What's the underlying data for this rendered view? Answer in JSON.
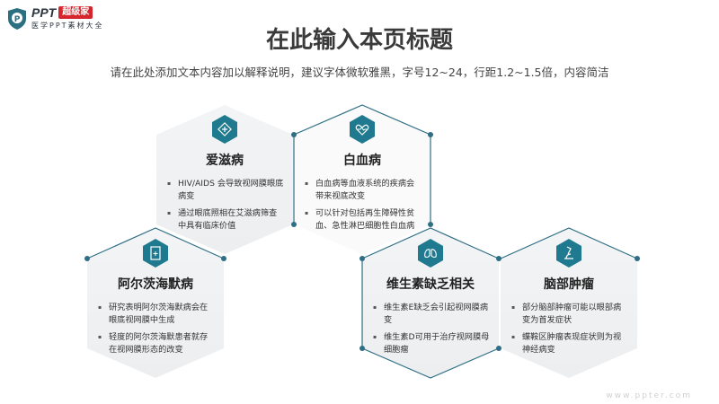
{
  "logo": {
    "brand": "PPT",
    "badge": "超级家",
    "tagline": "医学PPT素材大全"
  },
  "header": {
    "title": "在此输入本页标题",
    "subtitle": "请在此处添加文本内容加以解释说明，建议字体微软雅黑，字号12~24，行距1.2~1.5倍，内容简洁"
  },
  "accent": "#1d6f85",
  "cards": [
    {
      "title": "爱滋病",
      "icon": "medical-cross-icon",
      "bullets": [
        "HIV/AIDS 会导致视网膜眼底病变",
        "通过眼底照相在艾滋病筛查中具有临床价值"
      ]
    },
    {
      "title": "白血病",
      "icon": "heart-pulse-icon",
      "bullets": [
        "白血病等血液系统的疾病会带来视底改变",
        "可以针对包括再生障碍性贫血、急性淋巴细胞性白血病"
      ]
    },
    {
      "title": "阿尔茨海默病",
      "icon": "medical-report-icon",
      "bullets": [
        "研究表明阿尔茨海默病会在眼底视网膜中生成",
        "轻度的阿尔茨海默患者就存在视网膜形态的改变"
      ]
    },
    {
      "title": "维生素缺乏相关",
      "icon": "lungs-icon",
      "bullets": [
        "维生素E缺乏会引起视网膜病变",
        "维生素D可用于治疗视网膜母细胞瘤"
      ]
    },
    {
      "title": "脑部肿瘤",
      "icon": "microscope-icon",
      "bullets": [
        "部分脑部肿瘤可能以眼部病变为首发症状",
        "蝶鞍区肿瘤表现症状则为视神经病变"
      ]
    }
  ],
  "watermark": "www.ppter.com"
}
